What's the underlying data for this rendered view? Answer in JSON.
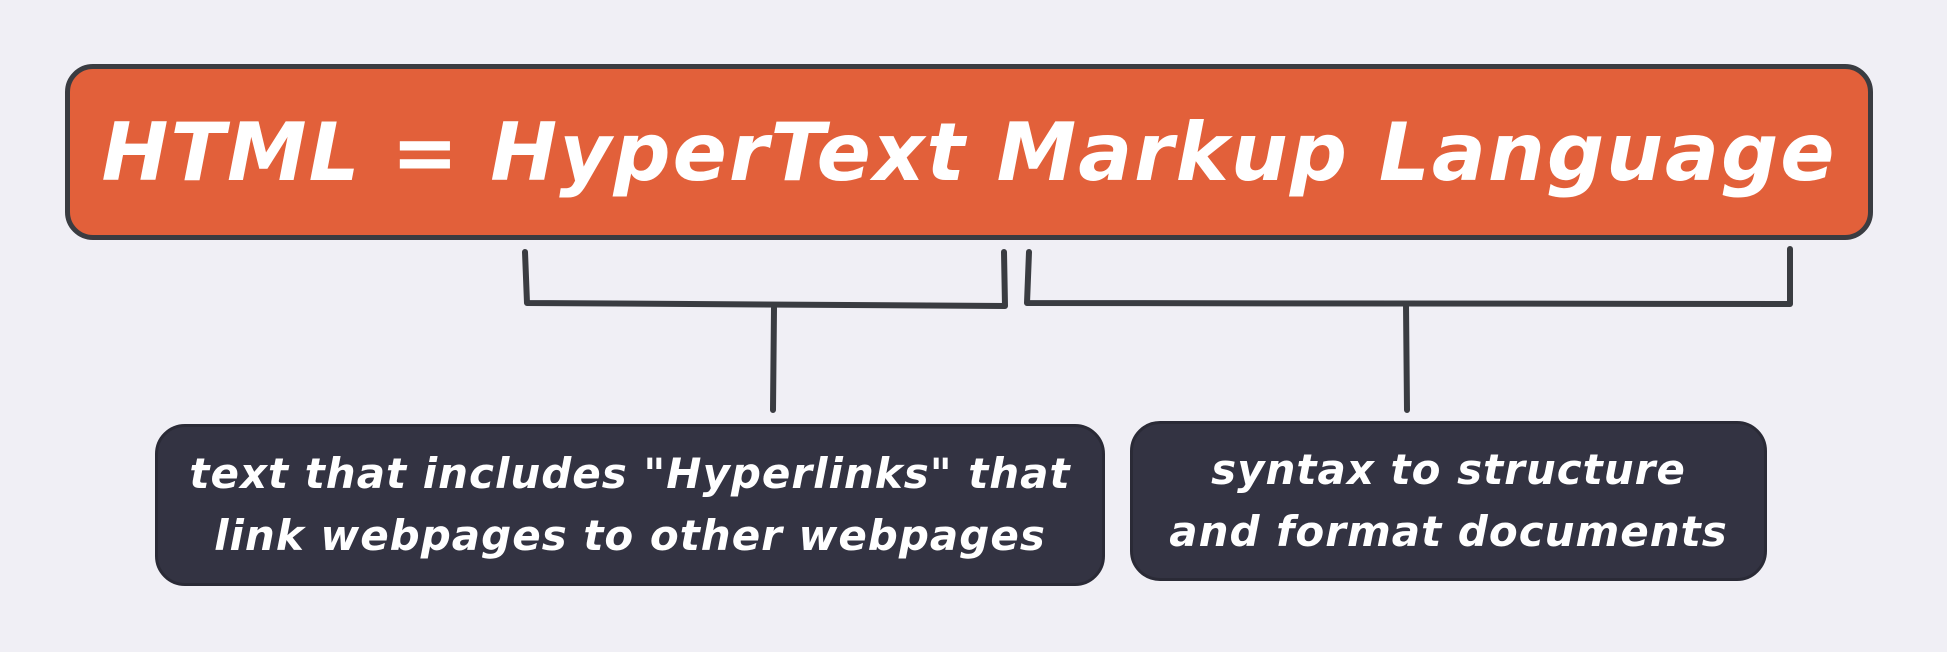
{
  "title": "HTML = HyperText Markup Language",
  "parts": [
    {
      "lines": [
        "text that includes \"Hyperlinks\" that",
        "link webpages to other webpages"
      ]
    },
    {
      "lines": [
        "syntax to structure",
        "and format documents"
      ]
    }
  ],
  "colors": {
    "background": "#f0eff5",
    "title_fill": "#e2603a",
    "box_fill": "#333342",
    "stroke": "#3a3c41",
    "text": "#ffffff"
  }
}
